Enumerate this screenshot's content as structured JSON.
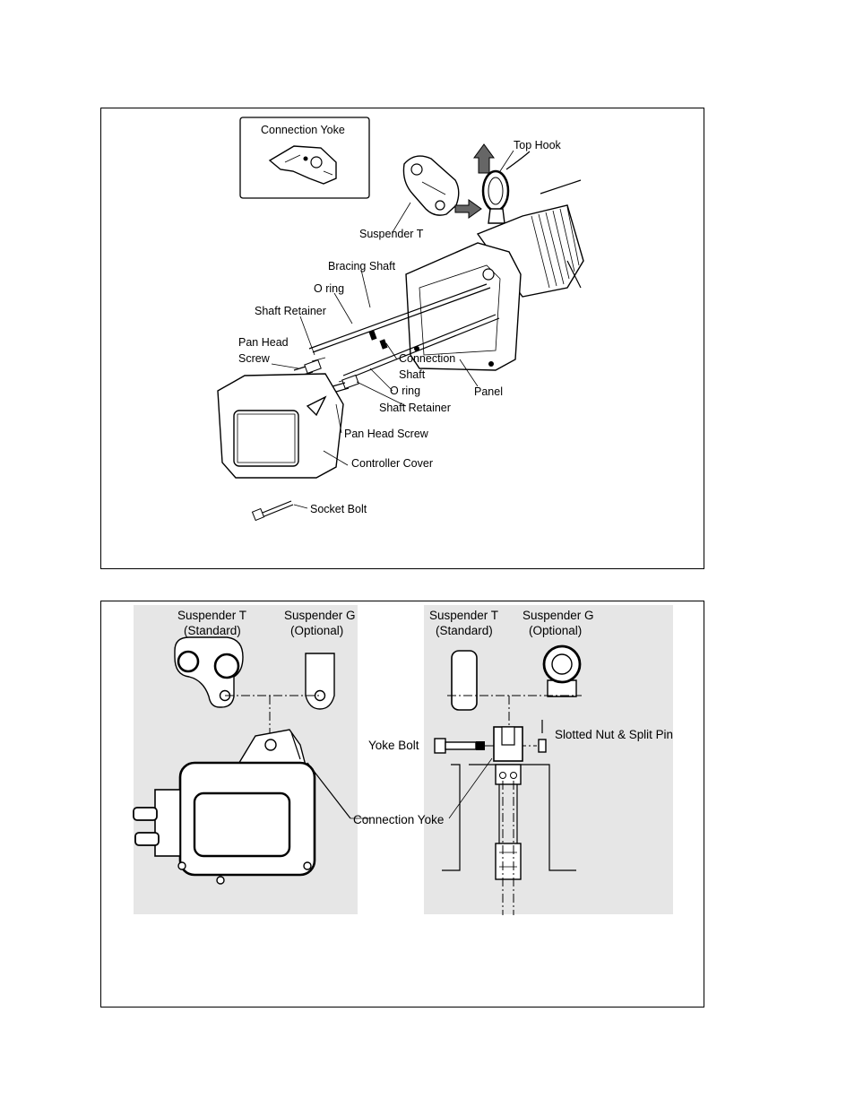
{
  "exploded_view": {
    "inset_title": "Connection Yoke",
    "labels": {
      "top_hook": "Top Hook",
      "suspender_t": "Suspender T",
      "bracing_shaft": "Bracing Shaft",
      "o_ring_1": "O ring",
      "shaft_retainer_1": "Shaft Retainer",
      "pan_head_1": "Pan Head",
      "screw_1": "Screw",
      "connection": "Connection",
      "shaft": "Shaft",
      "o_ring_2": "O ring",
      "shaft_retainer_2": "Shaft Retainer",
      "panel": "Panel",
      "pan_head_screw_2": "Pan Head Screw",
      "controller_cover": "Controller Cover",
      "socket_bolt": "Socket Bolt"
    }
  },
  "suspension_view": {
    "left": {
      "suspender_t": "Suspender T",
      "standard": "(Standard)",
      "suspender_g": "Suspender G",
      "optional": "(Optional)"
    },
    "right": {
      "suspender_t": "Suspender T",
      "standard": "(Standard)",
      "suspender_g": "Suspender G",
      "optional": "(Optional)"
    },
    "yoke_bolt": "Yoke Bolt",
    "slotted_nut": "Slotted Nut & Split Pin",
    "connection_yoke": "Connection Yoke"
  }
}
